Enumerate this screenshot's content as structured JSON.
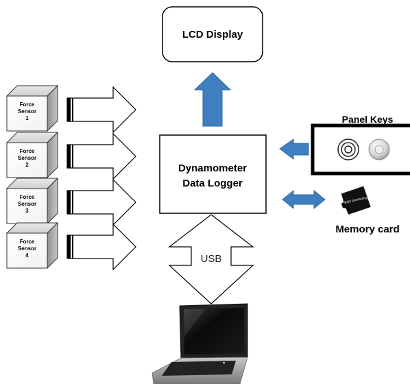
{
  "lcd_display": {
    "label": "LCD Display"
  },
  "logger": {
    "line1": "Dynamometer",
    "line2": "Data Logger"
  },
  "panel_keys": {
    "label": "Panel Keys"
  },
  "memory_card": {
    "label": "Memory card",
    "card_text": "Transcend 2GB"
  },
  "usb": {
    "label": "USB"
  },
  "sensors": [
    {
      "line1": "Force",
      "line2": "Sensor",
      "num": "1"
    },
    {
      "line1": "Force",
      "line2": "Sensor",
      "num": "2"
    },
    {
      "line1": "Force",
      "line2": "Sensor",
      "num": "3"
    },
    {
      "line1": "Force",
      "line2": "Sensor",
      "num": "4"
    }
  ],
  "colors": {
    "arrow_blue": "#3f7fbf",
    "arrow_blue_dark": "#2f6a9f",
    "box_border": "#000000"
  },
  "icons": [
    "laptop-icon",
    "memory-card-icon",
    "panel-key-buttons-icon"
  ]
}
